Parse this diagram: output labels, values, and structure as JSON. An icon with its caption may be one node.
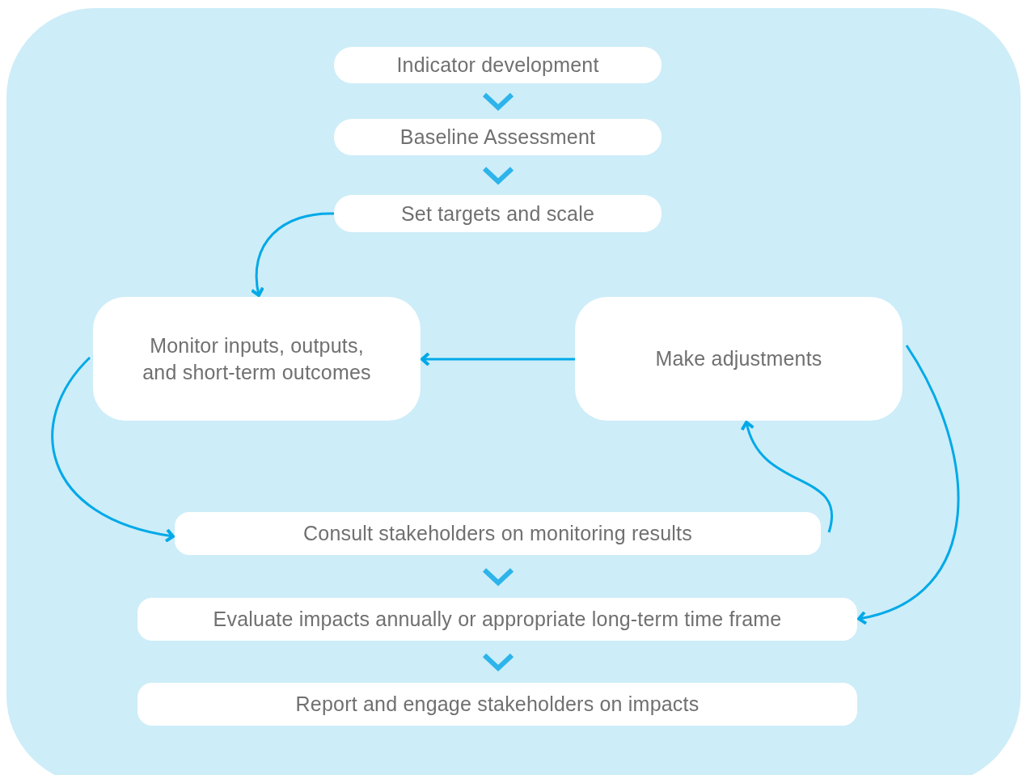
{
  "diagram": {
    "nodes": [
      {
        "text": [
          "Indicator development"
        ]
      },
      {
        "text": [
          "Baseline Assessment"
        ]
      },
      {
        "text": [
          "Set targets and scale"
        ]
      },
      {
        "text": [
          "Monitor inputs, outputs, and short-term outcomes"
        ]
      },
      {
        "text": [
          "Make adjustments"
        ]
      },
      {
        "text": [
          "Consult stakeholders on monitoring results"
        ]
      },
      {
        "text": [
          "Evaluate impacts annually or appropriate long-term time frame"
        ]
      },
      {
        "text": [
          "Report and engage stakeholders on impacts"
        ]
      }
    ],
    "edges": [
      {
        "from": 0,
        "to": 1,
        "arrow": "to",
        "style": "thick"
      },
      {
        "from": 1,
        "to": 2,
        "arrow": "to",
        "style": "thick"
      },
      {
        "from": 2,
        "to": 3,
        "arrow": "to"
      },
      {
        "from": 4,
        "to": 3,
        "arrow": "to"
      },
      {
        "from": 3,
        "to": 5,
        "arrow": "to"
      },
      {
        "from": 5,
        "to": 4,
        "arrow": "to"
      },
      {
        "from": 4,
        "to": 6,
        "arrow": "to"
      },
      {
        "from": 5,
        "to": 6,
        "arrow": "to",
        "style": "thick"
      },
      {
        "from": 6,
        "to": 7,
        "arrow": "to",
        "style": "thick"
      }
    ]
  }
}
